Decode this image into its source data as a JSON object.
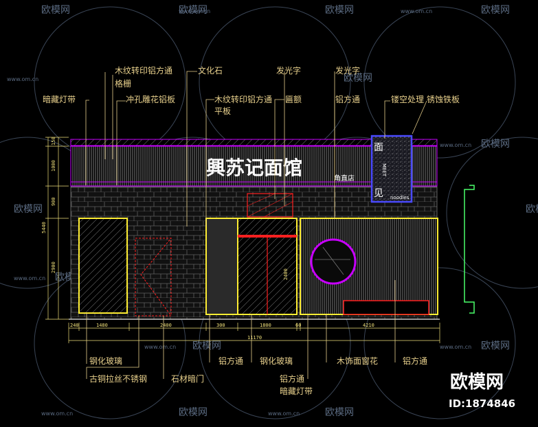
{
  "sign": {
    "main": "興苏记面馆",
    "sub": "角直店"
  },
  "panel": {
    "top_char": "面",
    "vertical": "MEET",
    "bottom_char": "见",
    "tag": "noodles"
  },
  "labels_top": [
    "木纹转印铝方通",
    "格栅",
    "暗藏灯带",
    "冲孔雕花铝板",
    "文化石",
    "木纹转印铝方通",
    "平板",
    "匾额",
    "发光字",
    "发光字",
    "铝方通",
    "镂空处理",
    "锈蚀铁板"
  ],
  "labels_bottom": [
    "钢化玻璃",
    "古铜拉丝不锈钢",
    "石材暗门",
    "铝方通",
    "钢化玻璃",
    "铝方通",
    "暗藏灯带",
    "木饰面窗花",
    "铝方通"
  ],
  "dims_left": [
    "150",
    "1000",
    "900",
    "2900",
    "5440"
  ],
  "dims_bottom": [
    "240",
    "1480",
    "2400",
    "300",
    "1800",
    "60",
    "4210"
  ],
  "dim_total": "11170",
  "dim_door": "2400",
  "watermark": {
    "text": "欧模网",
    "site": "www.om.cn"
  },
  "brand": {
    "name": "欧模网",
    "id": "ID:1874846"
  },
  "colors": {
    "bg": "#000000",
    "cad_magenta": "#c800ff",
    "cad_yellow": "#ffee33",
    "cad_red": "#ff2020",
    "cad_white": "#e6e6e6",
    "cad_grey": "#6e6e6e",
    "label": "#e8d08c",
    "watermark": "#5b6b82"
  }
}
